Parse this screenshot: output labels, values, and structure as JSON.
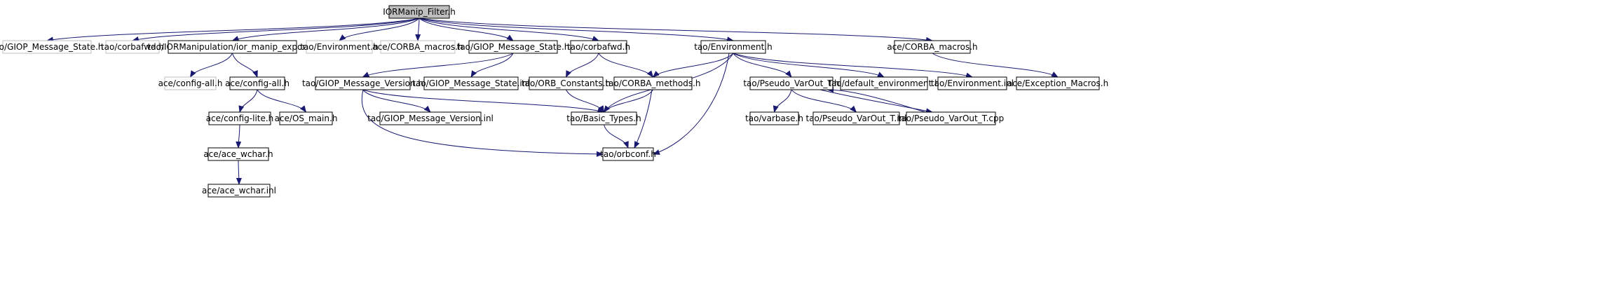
{
  "diagram": {
    "root": "IORManip_Filter.h",
    "colors": {
      "edge": "#191970",
      "node_border": "#000000",
      "ghost_border": "#bfbfbf",
      "root_fill": "#bfbfbf",
      "node_fill": "#ffffff"
    },
    "nodes": [
      {
        "id": "root",
        "label": "IORManip_Filter.h",
        "style": "root"
      },
      {
        "id": "gms_ghost",
        "label": "tao/GIOP_Message_State.h",
        "style": "ghost"
      },
      {
        "id": "corbafwd_ghost",
        "label": "tao/corbafwd.h",
        "style": "ghost"
      },
      {
        "id": "ior_export",
        "label": "tao/IORManipulation/ior_manip_export.h",
        "style": "normal"
      },
      {
        "id": "env_ghost",
        "label": "tao/Environment.h",
        "style": "ghost"
      },
      {
        "id": "corba_macros_ghost",
        "label": "ace/CORBA_macros.h",
        "style": "ghost"
      },
      {
        "id": "gms",
        "label": "tao/GIOP_Message_State.h",
        "style": "normal"
      },
      {
        "id": "corbafwd",
        "label": "tao/corbafwd.h",
        "style": "normal"
      },
      {
        "id": "env",
        "label": "tao/Environment.h",
        "style": "normal"
      },
      {
        "id": "corba_macros",
        "label": "ace/CORBA_macros.h",
        "style": "normal"
      },
      {
        "id": "config_all_ghost",
        "label": "ace/config-all.h",
        "style": "ghost"
      },
      {
        "id": "config_all",
        "label": "ace/config-all.h",
        "style": "normal"
      },
      {
        "id": "gmv",
        "label": "tao/GIOP_Message_Version.h",
        "style": "normal"
      },
      {
        "id": "gms_inl",
        "label": "tao/GIOP_Message_State.inl",
        "style": "normal"
      },
      {
        "id": "orb_constants",
        "label": "tao/ORB_Constants.h",
        "style": "normal"
      },
      {
        "id": "corba_methods",
        "label": "tao/CORBA_methods.h",
        "style": "normal"
      },
      {
        "id": "pseudo_h",
        "label": "tao/Pseudo_VarOut_T.h",
        "style": "normal"
      },
      {
        "id": "default_env",
        "label": "tao/default_environment.h",
        "style": "normal"
      },
      {
        "id": "env_inl",
        "label": "tao/Environment.inl",
        "style": "normal"
      },
      {
        "id": "exception_macros",
        "label": "ace/Exception_Macros.h",
        "style": "normal"
      },
      {
        "id": "config_lite",
        "label": "ace/config-lite.h",
        "style": "normal"
      },
      {
        "id": "os_main",
        "label": "ace/OS_main.h",
        "style": "normal"
      },
      {
        "id": "gmv_inl",
        "label": "tao/GIOP_Message_Version.inl",
        "style": "normal"
      },
      {
        "id": "basic_types",
        "label": "tao/Basic_Types.h",
        "style": "normal"
      },
      {
        "id": "varbase",
        "label": "tao/varbase.h",
        "style": "normal"
      },
      {
        "id": "pseudo_inl",
        "label": "tao/Pseudo_VarOut_T.inl",
        "style": "normal"
      },
      {
        "id": "pseudo_cpp",
        "label": "tao/Pseudo_VarOut_T.cpp",
        "style": "normal"
      },
      {
        "id": "ace_wchar",
        "label": "ace/ace_wchar.h",
        "style": "normal"
      },
      {
        "id": "orbconf",
        "label": "tao/orbconf.h",
        "style": "normal"
      },
      {
        "id": "ace_wchar_inl",
        "label": "ace/ace_wchar.inl",
        "style": "normal"
      }
    ],
    "edges": [
      [
        "root",
        "gms_ghost"
      ],
      [
        "root",
        "corbafwd_ghost"
      ],
      [
        "root",
        "ior_export"
      ],
      [
        "root",
        "env_ghost"
      ],
      [
        "root",
        "corba_macros_ghost"
      ],
      [
        "root",
        "gms"
      ],
      [
        "root",
        "corbafwd"
      ],
      [
        "root",
        "env"
      ],
      [
        "root",
        "corba_macros"
      ],
      [
        "ior_export",
        "config_all_ghost"
      ],
      [
        "ior_export",
        "config_all"
      ],
      [
        "config_all",
        "config_lite"
      ],
      [
        "config_all",
        "os_main"
      ],
      [
        "config_lite",
        "ace_wchar"
      ],
      [
        "ace_wchar",
        "ace_wchar_inl"
      ],
      [
        "gms",
        "gmv"
      ],
      [
        "gms",
        "gms_inl"
      ],
      [
        "gmv",
        "gmv_inl"
      ],
      [
        "gmv",
        "basic_types"
      ],
      [
        "gmv",
        "orbconf"
      ],
      [
        "corbafwd",
        "orb_constants"
      ],
      [
        "corbafwd",
        "corba_methods"
      ],
      [
        "orb_constants",
        "basic_types"
      ],
      [
        "corba_methods",
        "basic_types"
      ],
      [
        "corba_methods",
        "orbconf"
      ],
      [
        "basic_types",
        "orbconf"
      ],
      [
        "env",
        "corba_methods"
      ],
      [
        "env",
        "basic_types"
      ],
      [
        "env",
        "orbconf"
      ],
      [
        "env",
        "pseudo_h"
      ],
      [
        "env",
        "default_env"
      ],
      [
        "env",
        "env_inl"
      ],
      [
        "corba_macros",
        "exception_macros"
      ],
      [
        "pseudo_h",
        "varbase"
      ],
      [
        "pseudo_h",
        "pseudo_inl"
      ],
      [
        "pseudo_h",
        "pseudo_cpp"
      ],
      [
        "pseudo_cpp",
        "pseudo_h"
      ]
    ]
  }
}
